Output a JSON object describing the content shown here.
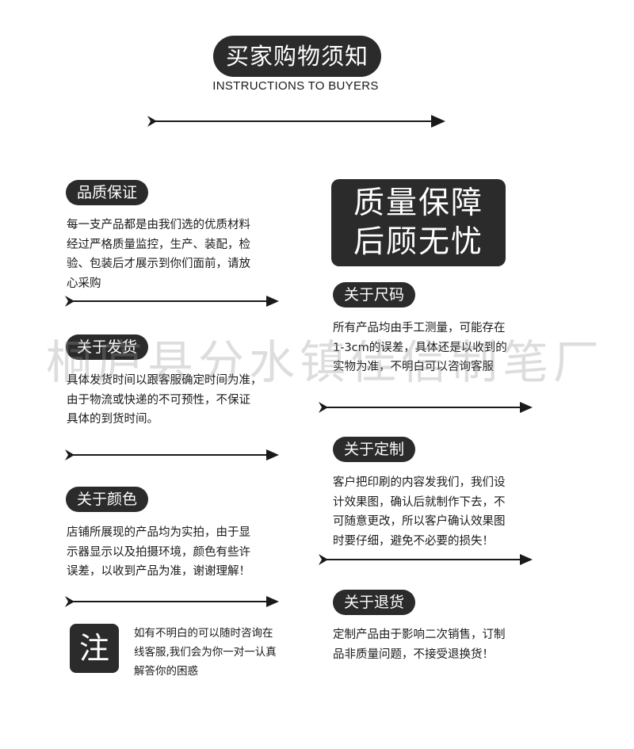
{
  "header": {
    "title": "买家购物须知",
    "subtitle": "INSTRUCTIONS TO BUYERS"
  },
  "watermark": "桐庐县分水镇佳信制笔厂",
  "left_sections": [
    {
      "title": "品质保证",
      "text": "每一支产品都是由我们选的优质材料\n经过严格质量监控，生产、装配，检\n验、包装后才展示到你们面前，请放\n心采购"
    },
    {
      "title": "关于发货",
      "text": "具体发货时间以跟客服确定时间为准，\n由于物流或快递的不可预性，不保证\n具体的到货时间。"
    },
    {
      "title": "关于颜色",
      "text": "店铺所展现的产品均为实拍，由于显\n示器显示以及拍摄环境，颜色有些许\n误差，以收到产品为准，谢谢理解！"
    }
  ],
  "quality_box": {
    "line1": "质量保障",
    "line2": "后顾无忧"
  },
  "right_sections": [
    {
      "title": "关于尺码",
      "text": "所有产品均由手工测量，可能存在\n1-3cm的误差，具体还是以收到的\n实物为准，不明白可以咨询客服"
    },
    {
      "title": "关于定制",
      "text": "客户把印刷的内容发我们，我们设\n计效果图，确认后就制作下去，不\n可随意更改，所以客户确认效果图\n时要仔细，避免不必要的损失！"
    },
    {
      "title": "关于退货",
      "text": "定制产品由于影响二次销售，订制\n品非质量问题，不接受退换货！"
    }
  ],
  "note": {
    "label": "注",
    "text": "如有不明白的可以随时咨询在\n线客服,我们会为你一对一认真\n解答你的困惑"
  },
  "colors": {
    "dark": "#2b2b2b",
    "text": "#1a1a1a",
    "background": "#ffffff"
  },
  "icons": [
    "arrow-right-icon"
  ]
}
